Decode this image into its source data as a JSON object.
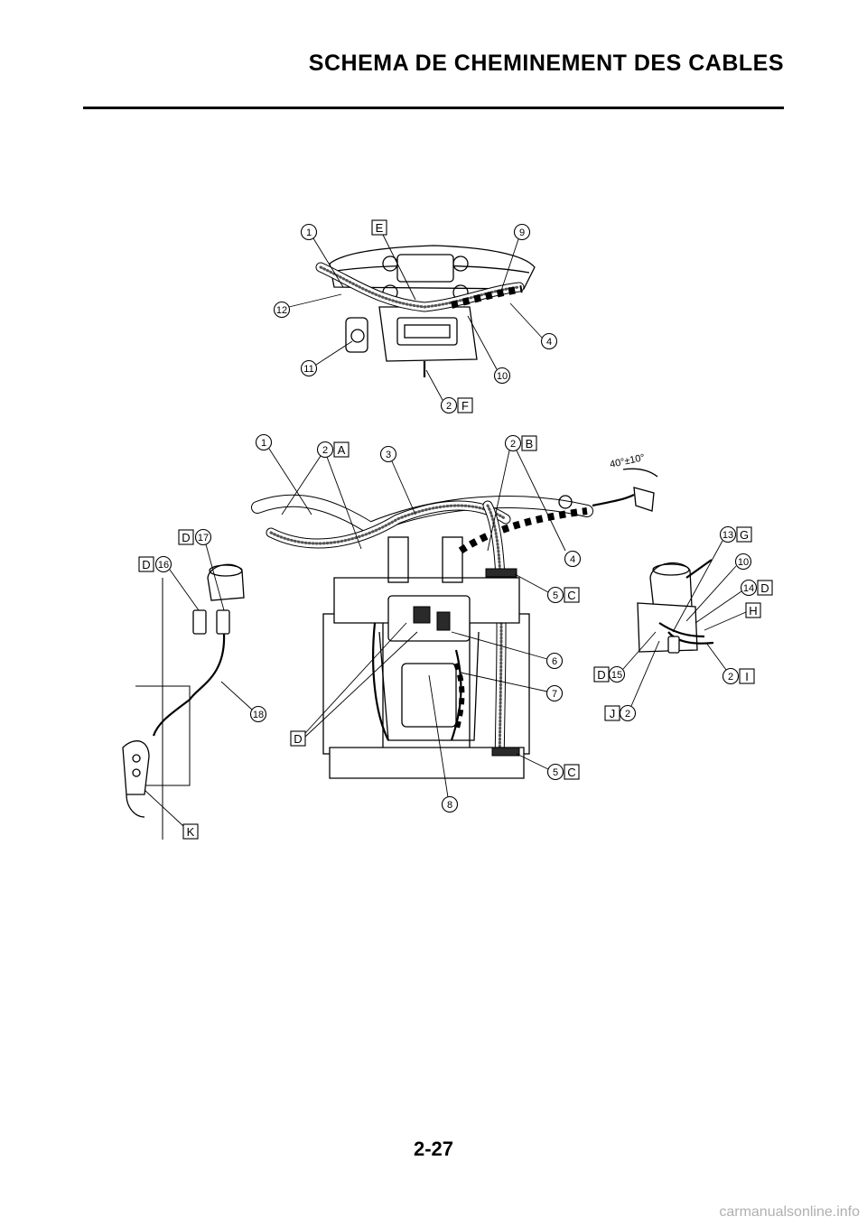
{
  "header": {
    "title": "SCHEMA DE CHEMINEMENT DES CABLES"
  },
  "footer": {
    "page_number": "2-27",
    "watermark": "carmanualsonline.info"
  },
  "angle_note": "40°±10°",
  "callouts": {
    "top": [
      {
        "num": "1"
      },
      {
        "letter": "E"
      },
      {
        "num": "9"
      },
      {
        "num": "12"
      },
      {
        "num": "4"
      },
      {
        "num": "11"
      },
      {
        "num": "10"
      },
      {
        "num": "2",
        "letter": "F"
      }
    ],
    "main": [
      {
        "num": "1"
      },
      {
        "num": "2",
        "letter": "A"
      },
      {
        "num": "3"
      },
      {
        "num": "2",
        "letter": "B"
      },
      {
        "num": "4"
      },
      {
        "num": "5",
        "letter": "C"
      },
      {
        "num": "6"
      },
      {
        "num": "7"
      },
      {
        "num": "5",
        "letter": "C"
      },
      {
        "num": "8"
      },
      {
        "letter": "D"
      }
    ],
    "left": [
      {
        "letter": "D",
        "num": "17"
      },
      {
        "letter": "D",
        "num": "16"
      },
      {
        "num": "18"
      },
      {
        "letter": "K"
      }
    ],
    "right": [
      {
        "num": "13",
        "letter": "G"
      },
      {
        "num": "10"
      },
      {
        "num": "14",
        "letter": "D"
      },
      {
        "letter": "H"
      },
      {
        "letter": "D",
        "num": "15"
      },
      {
        "num": "2",
        "letter": "I"
      },
      {
        "letter": "J",
        "num": "2"
      }
    ]
  }
}
